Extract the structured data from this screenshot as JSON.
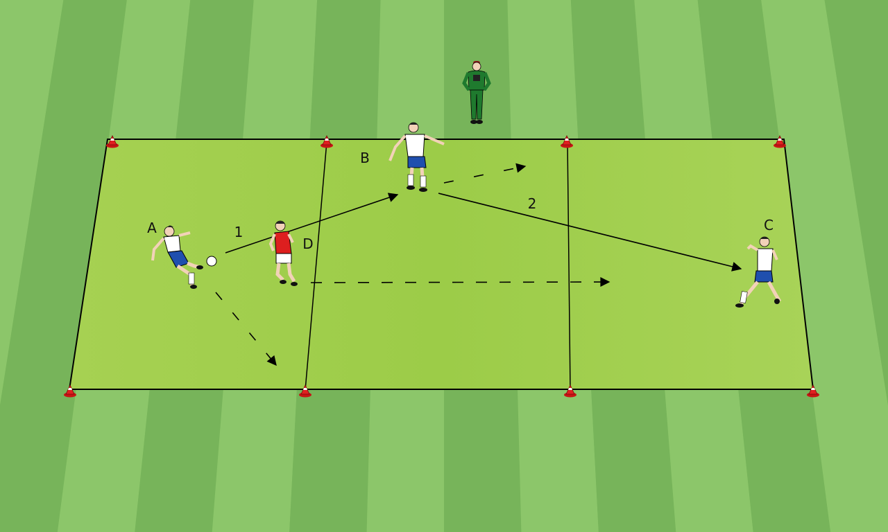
{
  "diagram": {
    "players": [
      {
        "id": "A",
        "label": "A",
        "team": "white"
      },
      {
        "id": "B",
        "label": "B",
        "team": "white"
      },
      {
        "id": "C",
        "label": "C",
        "team": "white"
      },
      {
        "id": "D",
        "label": "D",
        "team": "red"
      }
    ],
    "coach": {
      "kit": "green"
    },
    "passes": [
      {
        "label": "1",
        "from": "A",
        "to": "B"
      },
      {
        "label": "2",
        "from": "B",
        "to": "C"
      }
    ],
    "runs": [
      {
        "player": "A",
        "style": "dashed"
      },
      {
        "player": "B",
        "style": "dashed"
      },
      {
        "player": "D",
        "style": "dashed"
      }
    ],
    "zones": 3,
    "cones": 8,
    "colors": {
      "field_light": "#8cc66a",
      "field_dark": "#77b45a",
      "area": "#a8d155",
      "cone": "#e02020",
      "white_kit": "#ffffff",
      "shorts": "#1f4fae",
      "red_kit": "#dd1f1f",
      "coach_kit": "#1f7a2e"
    }
  }
}
